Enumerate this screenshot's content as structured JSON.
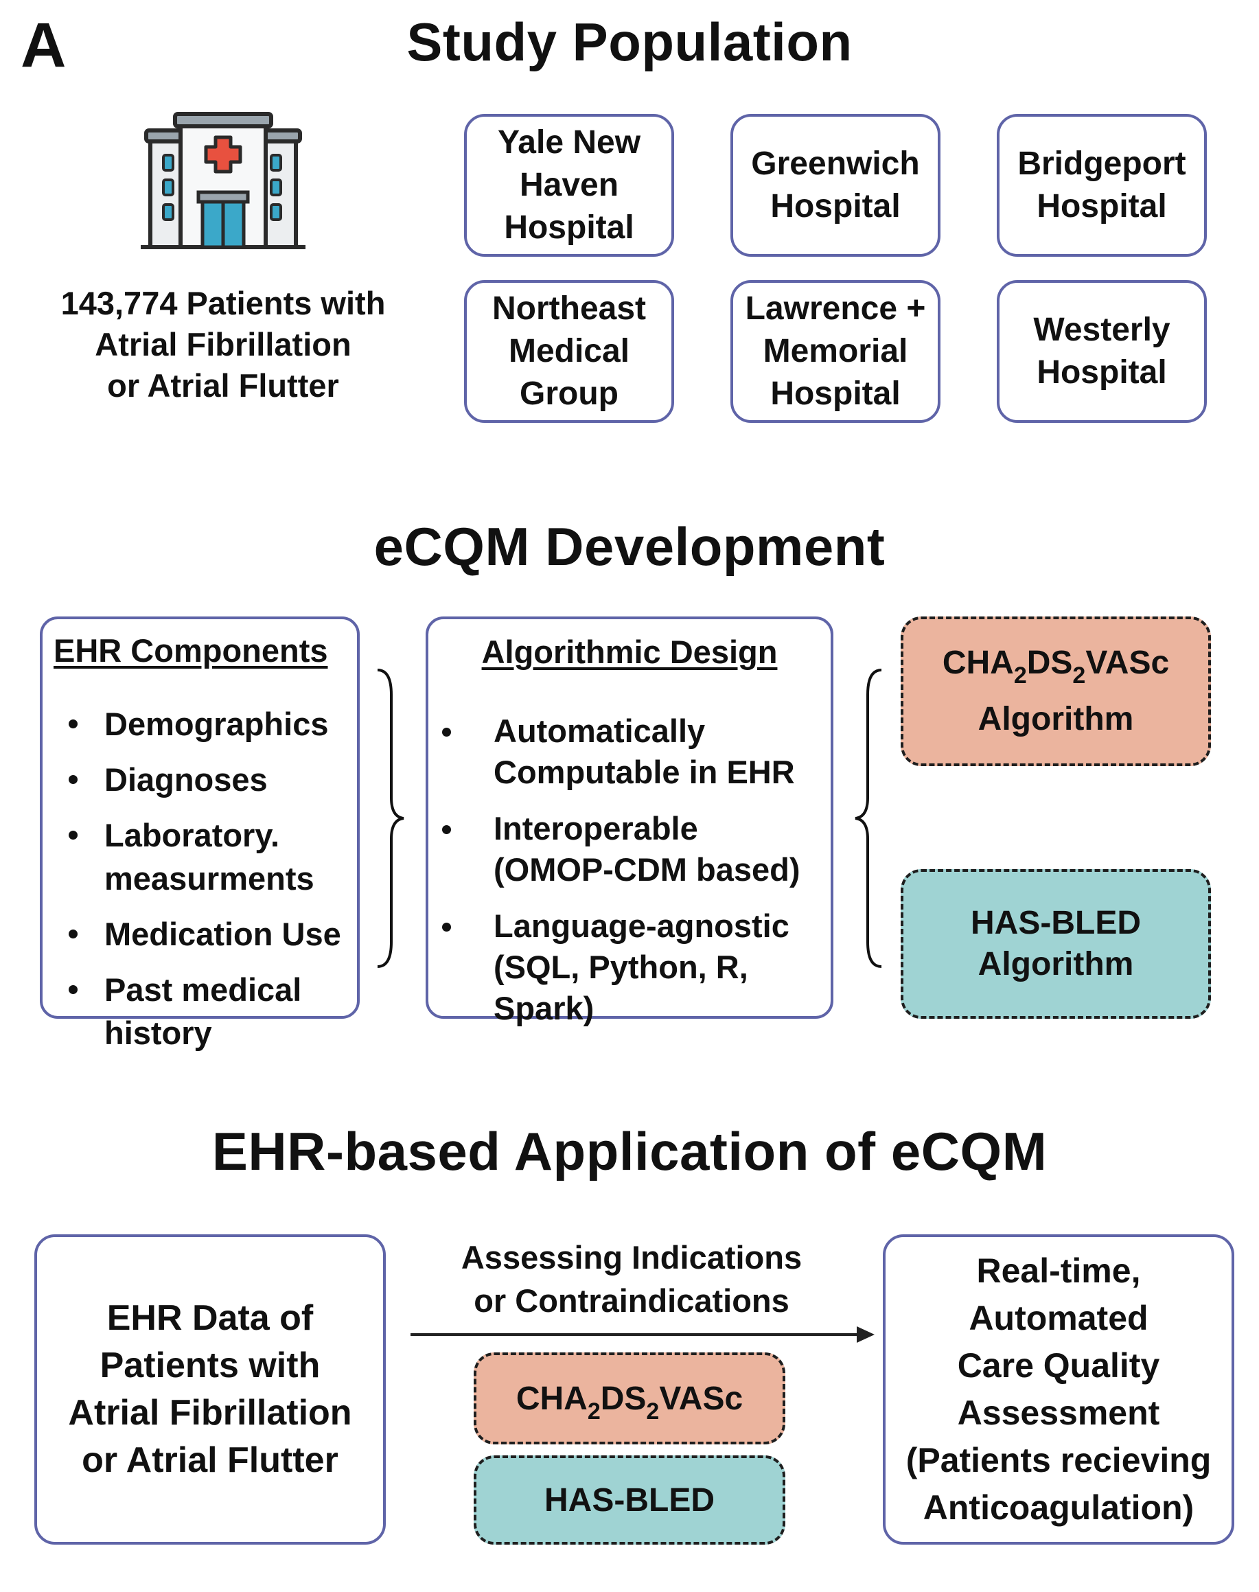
{
  "panel_letter": "A",
  "study_population": {
    "heading": "Study Population",
    "patients_text": "143,774 Patients with\nAtrial Fibrillation\nor Atrial Flutter",
    "hospitals": [
      "Yale New\nHaven\nHospital",
      "Greenwich\nHospital",
      "Bridgeport\nHospital",
      "Northeast\nMedical\nGroup",
      "Lawrence +\nMemorial\nHospital",
      "Westerly\nHospital"
    ],
    "icon": "hospital-icon"
  },
  "ecqm_development": {
    "heading": "eCQM Development",
    "ehr_components": {
      "title": "EHR Components",
      "items": [
        "Demographics",
        "Diagnoses",
        "Laboratory.\nmeasurments",
        "Medication Use",
        "Past medical\nhistory"
      ]
    },
    "algorithmic_design": {
      "title": "Algorithmic Design",
      "items": [
        "Automatically\nComputable in EHR",
        "Interoperable\n(OMOP-CDM based)",
        "Language-agnostic\n(SQL, Python, R,\nSpark)"
      ]
    },
    "cha_algorithm": {
      "main": "CHA",
      "sub1": "2",
      "mid": "DS",
      "sub2": "2",
      "tail": "VASc",
      "line2": "Algorithm"
    },
    "hasbled_algorithm": {
      "line1": "HAS-BLED",
      "line2": "Algorithm"
    }
  },
  "application": {
    "heading": "EHR-based Application of eCQM",
    "input_box": "EHR Data of\nPatients with\nAtrial Fibrillation\nor Atrial Flutter",
    "arrow_label": "Assessing Indications\nor Contraindications",
    "cha": {
      "main": "CHA",
      "sub1": "2",
      "mid": "DS",
      "sub2": "2",
      "tail": "VASc"
    },
    "hasbled": "HAS-BLED",
    "output_box": "Real-time,\nAutomated\nCare Quality\nAssessment\n(Patients recieving\nAnticoagulation)"
  },
  "colors": {
    "box_border": "#5f64a8",
    "cha_fill": "#ebb49e",
    "hasbled_fill": "#9fd3d3"
  }
}
